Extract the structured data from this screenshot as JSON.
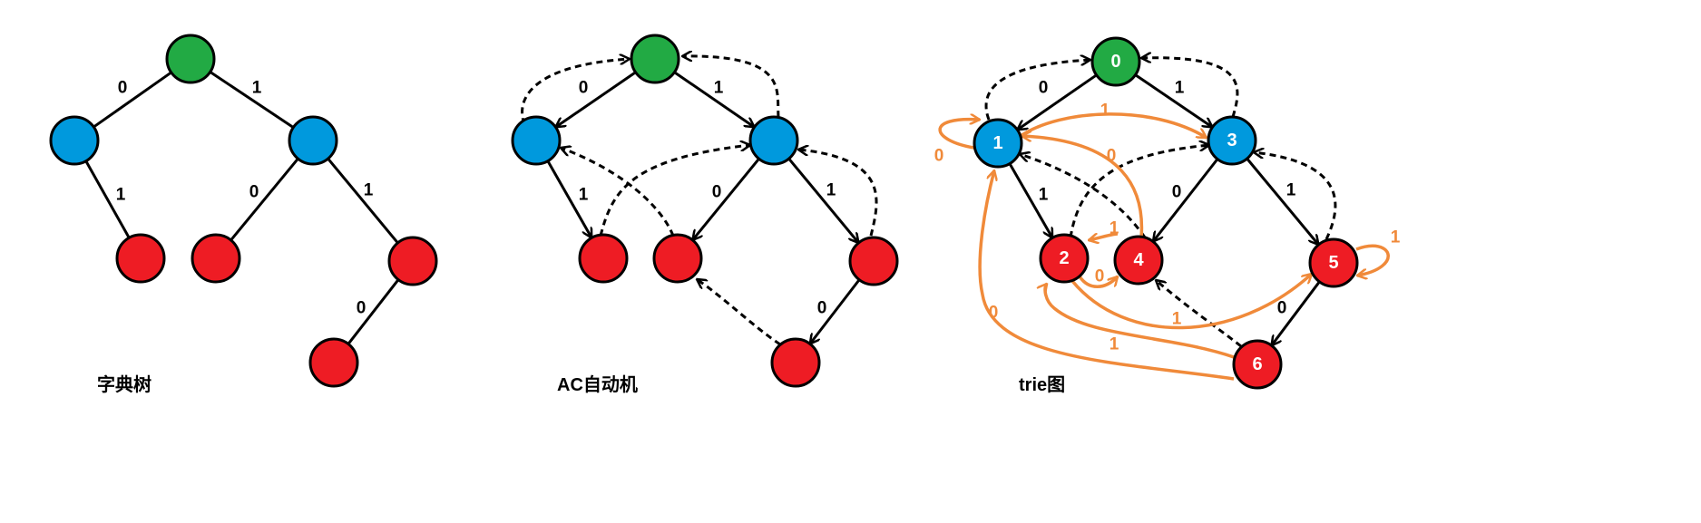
{
  "colors": {
    "edge": "#000000",
    "root": "#22aa44",
    "inner": "#0099dd",
    "leaf": "#ee1c24",
    "trie_edge": "#f08a3a",
    "node_stroke": "#000000",
    "node_label": "#ffffff"
  },
  "diagrams": [
    {
      "id": "trie",
      "caption": "字典树",
      "nodes": [
        {
          "id": "r",
          "kind": "root",
          "label": ""
        },
        {
          "id": "a",
          "kind": "inner",
          "label": ""
        },
        {
          "id": "b",
          "kind": "inner",
          "label": ""
        },
        {
          "id": "c",
          "kind": "leaf",
          "label": ""
        },
        {
          "id": "d",
          "kind": "leaf",
          "label": ""
        },
        {
          "id": "e",
          "kind": "leaf",
          "label": ""
        },
        {
          "id": "f",
          "kind": "leaf",
          "label": ""
        }
      ],
      "edges": [
        {
          "from": "r",
          "to": "a",
          "label": "0"
        },
        {
          "from": "r",
          "to": "b",
          "label": "1"
        },
        {
          "from": "a",
          "to": "c",
          "label": "1"
        },
        {
          "from": "b",
          "to": "d",
          "label": "0"
        },
        {
          "from": "b",
          "to": "e",
          "label": "1"
        },
        {
          "from": "e",
          "to": "f",
          "label": "0"
        }
      ],
      "fail_links": [],
      "trie_edges": []
    },
    {
      "id": "ac",
      "caption": "AC自动机",
      "nodes": [
        {
          "id": "r",
          "kind": "root",
          "label": ""
        },
        {
          "id": "a",
          "kind": "inner",
          "label": ""
        },
        {
          "id": "b",
          "kind": "inner",
          "label": ""
        },
        {
          "id": "c",
          "kind": "leaf",
          "label": ""
        },
        {
          "id": "d",
          "kind": "leaf",
          "label": ""
        },
        {
          "id": "e",
          "kind": "leaf",
          "label": ""
        },
        {
          "id": "f",
          "kind": "leaf",
          "label": ""
        }
      ],
      "edges": [
        {
          "from": "r",
          "to": "a",
          "label": "0"
        },
        {
          "from": "r",
          "to": "b",
          "label": "1"
        },
        {
          "from": "a",
          "to": "c",
          "label": "1"
        },
        {
          "from": "b",
          "to": "d",
          "label": "0"
        },
        {
          "from": "b",
          "to": "e",
          "label": "1"
        },
        {
          "from": "e",
          "to": "f",
          "label": "0"
        }
      ],
      "fail_links": [
        {
          "from": "a",
          "to": "r"
        },
        {
          "from": "b",
          "to": "r"
        },
        {
          "from": "c",
          "to": "b"
        },
        {
          "from": "d",
          "to": "a"
        },
        {
          "from": "e",
          "to": "b"
        },
        {
          "from": "f",
          "to": "d"
        }
      ],
      "trie_edges": []
    },
    {
      "id": "graph",
      "caption": "trie图",
      "nodes": [
        {
          "id": "r",
          "kind": "root",
          "label": "0"
        },
        {
          "id": "a",
          "kind": "inner",
          "label": "1"
        },
        {
          "id": "b",
          "kind": "inner",
          "label": "3"
        },
        {
          "id": "c",
          "kind": "leaf",
          "label": "2"
        },
        {
          "id": "d",
          "kind": "leaf",
          "label": "4"
        },
        {
          "id": "e",
          "kind": "leaf",
          "label": "5"
        },
        {
          "id": "f",
          "kind": "leaf",
          "label": "6"
        }
      ],
      "edges": [
        {
          "from": "r",
          "to": "a",
          "label": "0"
        },
        {
          "from": "r",
          "to": "b",
          "label": "1"
        },
        {
          "from": "a",
          "to": "c",
          "label": "1"
        },
        {
          "from": "b",
          "to": "d",
          "label": "0"
        },
        {
          "from": "b",
          "to": "e",
          "label": "1"
        },
        {
          "from": "e",
          "to": "f",
          "label": "0"
        }
      ],
      "fail_links": [
        {
          "from": "a",
          "to": "r"
        },
        {
          "from": "b",
          "to": "r"
        },
        {
          "from": "c",
          "to": "b"
        },
        {
          "from": "d",
          "to": "a"
        },
        {
          "from": "e",
          "to": "b"
        },
        {
          "from": "f",
          "to": "d"
        }
      ],
      "trie_edges": [
        {
          "id": "1to1",
          "label": "0"
        },
        {
          "id": "1to3",
          "label": "1"
        },
        {
          "id": "4to1",
          "label": "0"
        },
        {
          "id": "4to2",
          "label": "1"
        },
        {
          "id": "2to4",
          "label": "0"
        },
        {
          "id": "5to5",
          "label": "1"
        },
        {
          "id": "2to5",
          "label": "1"
        },
        {
          "id": "6to1",
          "label": "0"
        },
        {
          "id": "6to2",
          "label": "1"
        }
      ]
    }
  ]
}
